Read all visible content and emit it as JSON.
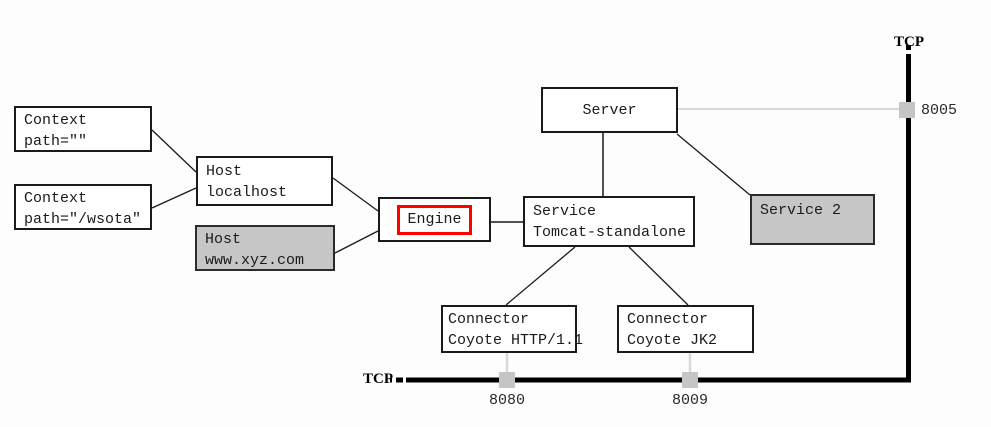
{
  "diagram": {
    "description": "Tomcat server architecture diagram",
    "nodes": {
      "context1": {
        "line1": "Context",
        "line2": "path=\"\""
      },
      "context2": {
        "line1": "Context",
        "line2": "path=\"/wsota\""
      },
      "host_localhost": {
        "line1": "Host",
        "line2": "localhost"
      },
      "host_xyz": {
        "line1": "Host",
        "line2": "www.xyz.com"
      },
      "engine": {
        "label": "Engine"
      },
      "service": {
        "line1": "Service",
        "line2": "Tomcat-standalone"
      },
      "server": {
        "label": "Server"
      },
      "service2": {
        "label": "Service 2"
      },
      "connector_http": {
        "line1": "Connector",
        "line2": "Coyote HTTP/1.1"
      },
      "connector_jk2": {
        "line1": "Connector",
        "line2": "Coyote JK2"
      }
    },
    "tcp": {
      "top_label": "TCP",
      "bottom_label": "TCP",
      "ports": {
        "server": "8005",
        "http": "8080",
        "jk2": "8009"
      }
    },
    "colors": {
      "node_fill_gray": "#c6c6c6",
      "node_border": "#1a1a1a",
      "highlight_red": "#ff0000",
      "connector_line_gray": "#d9d9d9",
      "tcp_line_black": "#000000",
      "port_marker_gray": "#c5c5c5",
      "background": "#fdfdfd"
    }
  }
}
